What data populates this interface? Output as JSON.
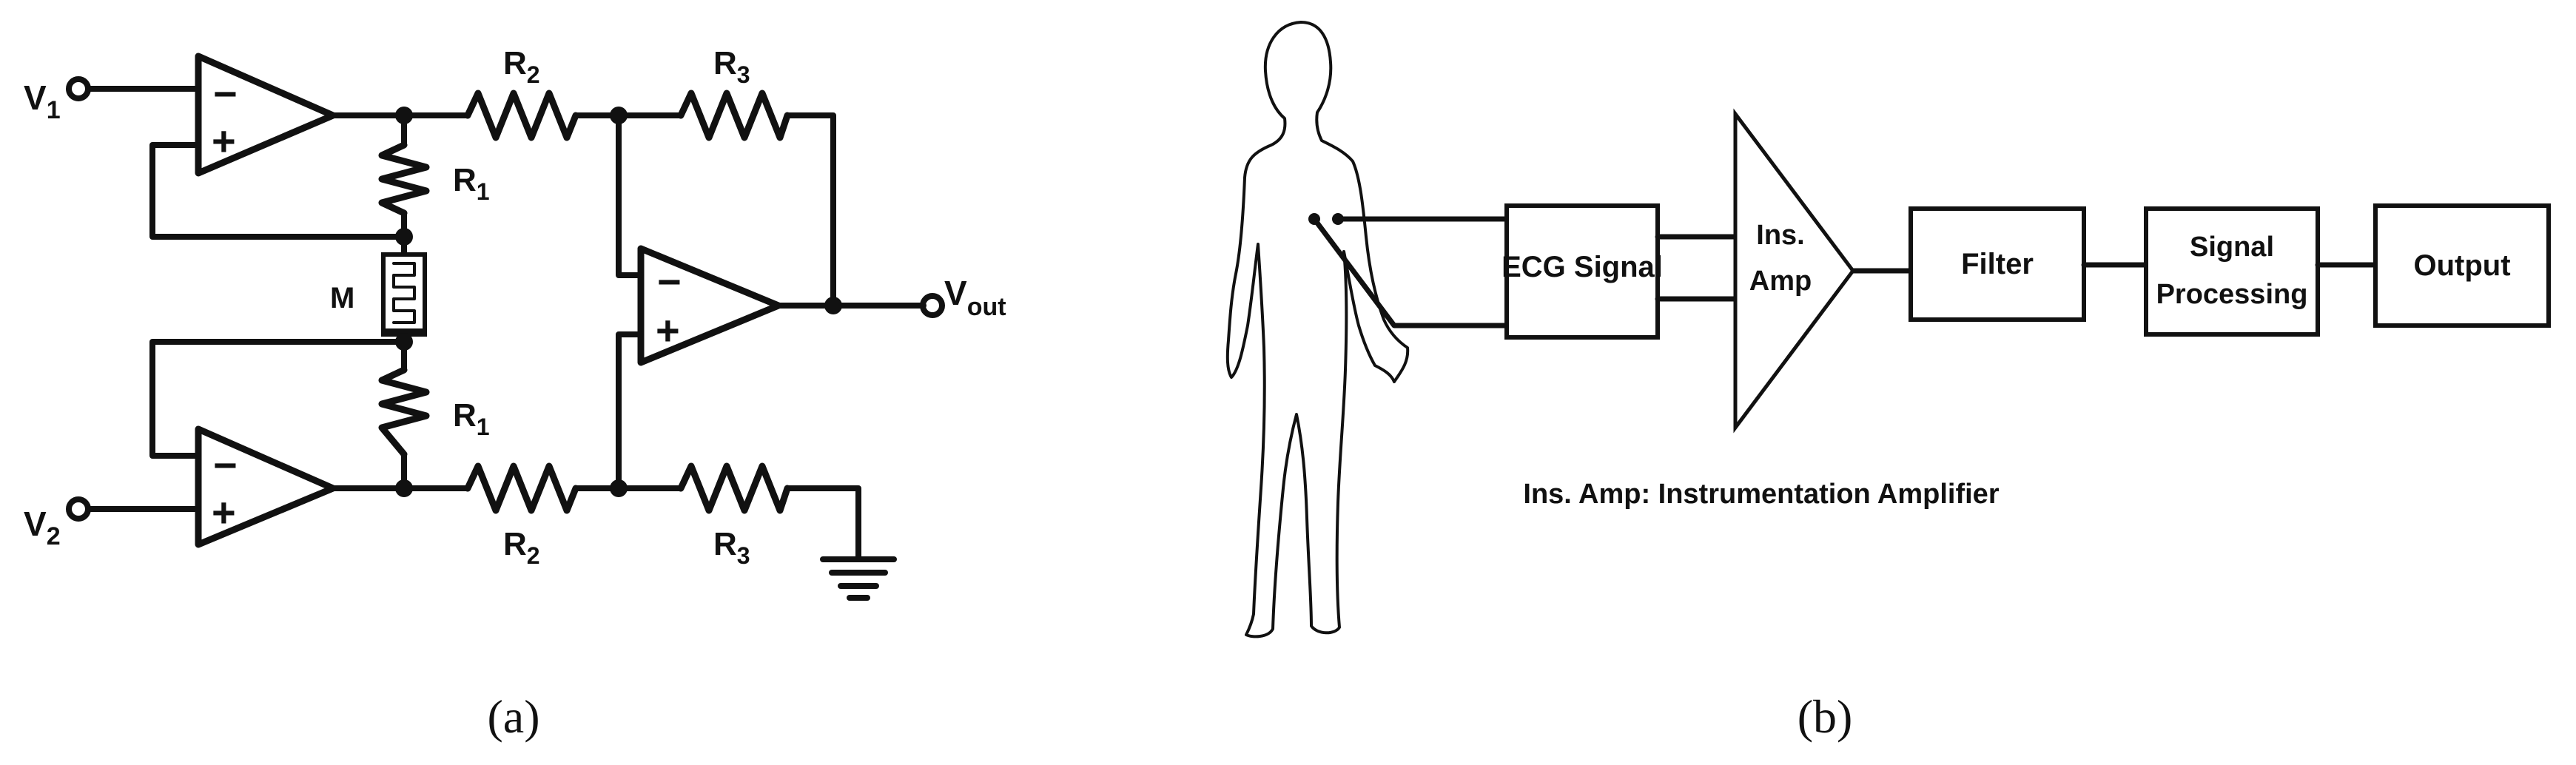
{
  "panel_a": {
    "caption": "(a)",
    "labels": {
      "v1": "V",
      "v1_sub": "1",
      "v2": "V",
      "v2_sub": "2",
      "vout": "V",
      "vout_sub": "out",
      "r1_top": "R",
      "r1_top_sub": "1",
      "r1_bot": "R",
      "r1_bot_sub": "1",
      "r2_top": "R",
      "r2_top_sub": "2",
      "r2_bot": "R",
      "r2_bot_sub": "2",
      "r3_top": "R",
      "r3_top_sub": "3",
      "r3_bot": "R",
      "r3_bot_sub": "3",
      "m": "M",
      "minus": "−",
      "plus": "+"
    }
  },
  "panel_b": {
    "caption": "(b)",
    "blocks": {
      "ecg": "ECG Signal",
      "amp_line1": "Ins.",
      "amp_line2": "Amp",
      "filter": "Filter",
      "proc_line1": "Signal",
      "proc_line2": "Processing",
      "output": "Output"
    },
    "legend": "Ins. Amp: Instrumentation Amplifier"
  }
}
